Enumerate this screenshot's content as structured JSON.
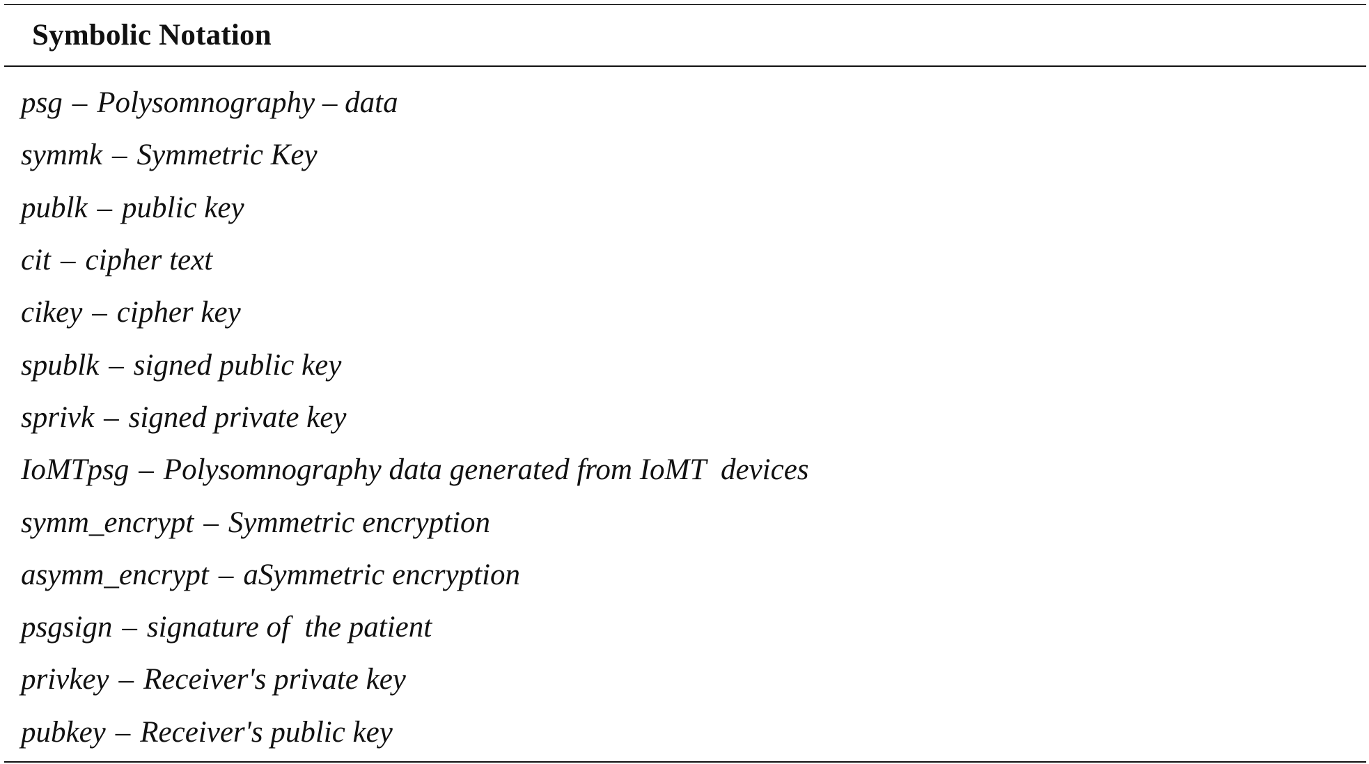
{
  "table": {
    "header": "Symbolic Notation",
    "rows": [
      {
        "symbol": "psg",
        "definition": "Polysomnography – data"
      },
      {
        "symbol": "symmk",
        "definition": "Symmetric Key"
      },
      {
        "symbol": "publk",
        "definition": "public key"
      },
      {
        "symbol": "cit",
        "definition": "cipher text"
      },
      {
        "symbol": "cikey",
        "definition": "cipher key"
      },
      {
        "symbol": "spublk",
        "definition": "signed public key"
      },
      {
        "symbol": "sprivk",
        "definition": "signed private key"
      },
      {
        "symbol": "IoMTpsg",
        "definition": "Polysomnography data generated from IoMT  devices"
      },
      {
        "symbol": "symm_encrypt",
        "definition": "Symmetric encryption"
      },
      {
        "symbol": "asymm_encrypt",
        "definition": "aSymmetric encryption"
      },
      {
        "symbol": "psgsign",
        "definition": "signature of  the patient"
      },
      {
        "symbol": "privkey",
        "definition": "Receiver's private key"
      },
      {
        "symbol": "pubkey",
        "definition": "Receiver's public key"
      }
    ]
  }
}
